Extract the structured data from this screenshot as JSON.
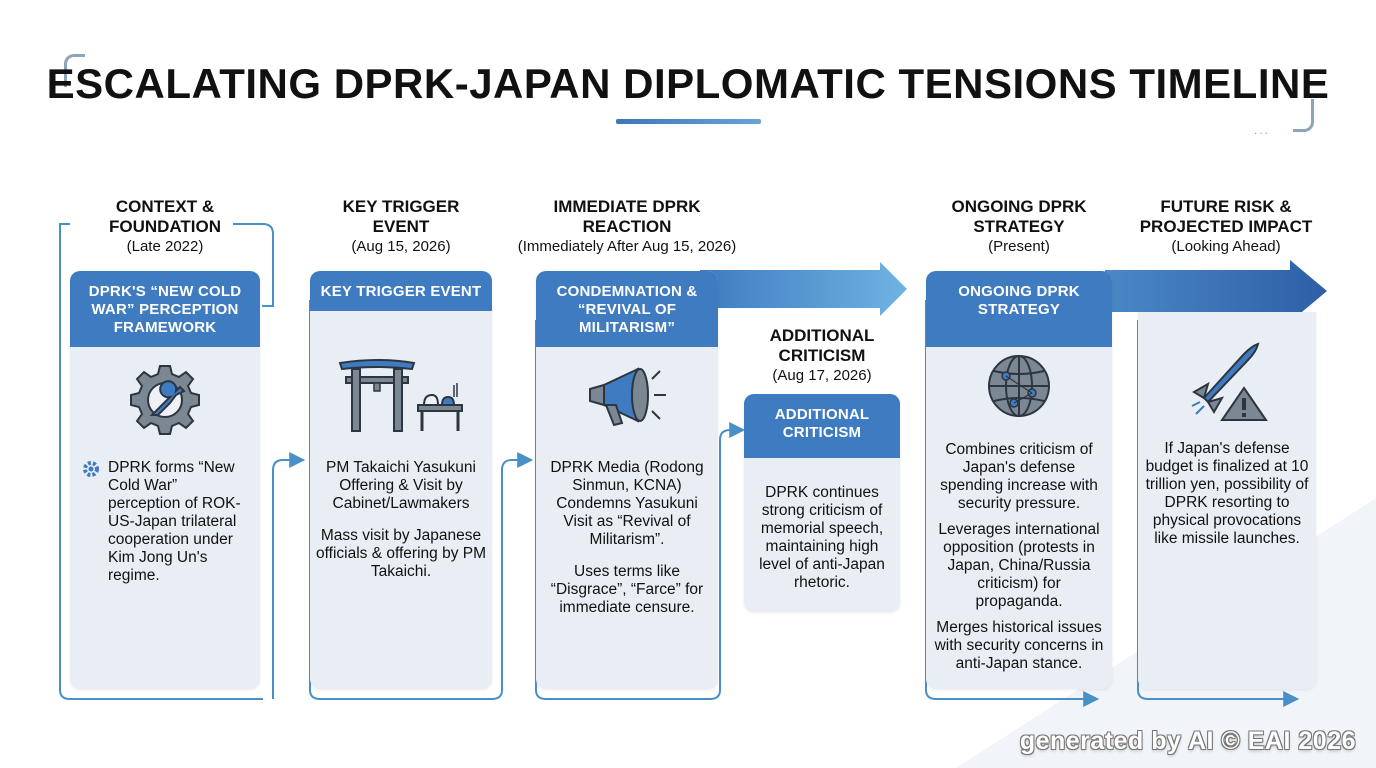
{
  "title": "ESCALATING DPRK-JAPAN DIPLOMATIC TENSIONS TIMELINE",
  "colors": {
    "accent": "#3f7bc0",
    "card_bg": "#e9eef4",
    "connector": "#4a90c8",
    "arrow_light": "#6fb0e0",
    "arrow_dark": "#2f63a8"
  },
  "steps": [
    {
      "heading": [
        "CONTEXT &",
        "FOUNDATION"
      ],
      "period": "(Late 2022)",
      "card_title": "DPRK'S “NEW COLD WAR” PERCEPTION FRAMEWORK",
      "icon": "gear-wrench-icon",
      "bullet_icon": "gear-bullet-icon",
      "text": [
        "DPRK forms “New Cold War” perception of ROK-US-Japan trilateral cooperation under Kim Jong Un's regime."
      ]
    },
    {
      "heading": [
        "KEY TRIGGER",
        "EVENT"
      ],
      "period": "(Aug 15, 2026)",
      "card_title": "KEY TRIGGER EVENT",
      "icon": "torii-shrine-icon",
      "text": [
        "PM Takaichi Yasukuni Offering & Visit by Cabinet/Lawmakers",
        "Mass visit by Japanese officials & offering by PM Takaichi."
      ]
    },
    {
      "heading": [
        "IMMEDIATE DPRK",
        "REACTION"
      ],
      "period": "(Immediately After Aug 15, 2026)",
      "card_title": "CONDEMNATION & “REVIVAL OF MILITARISM”",
      "icon": "megaphone-icon",
      "text": [
        "DPRK Media (Rodong Sinmun, KCNA) Condemns Yasukuni Visit as “Revival of Militarism”.",
        "Uses terms like “Disgrace”, “Farce” for immediate censure."
      ]
    },
    {
      "heading": [
        "ADDITIONAL",
        "CRITICISM"
      ],
      "period": "(Aug 17, 2026)",
      "card_title": "ADDITIONAL CRITICISM",
      "text": [
        "DPRK continues strong criticism of memorial speech, maintaining high level of anti-Japan rhetoric."
      ]
    },
    {
      "heading": [
        "ONGOING DPRK",
        "STRATEGY"
      ],
      "period": "(Present)",
      "card_title": "ONGOING DPRK STRATEGY",
      "icon": "globe-network-icon",
      "text": [
        "Combines criticism of Japan's defense spending increase with security pressure.",
        "Leverages international opposition (protests in Japan, China/Russia criticism) for propaganda.",
        "Merges historical issues with security concerns in anti-Japan stance."
      ]
    },
    {
      "heading": [
        "FUTURE RISK &",
        "PROJECTED IMPACT"
      ],
      "period": "(Looking Ahead)",
      "icon": "missile-warning-icon",
      "text": [
        "If Japan's defense budget is finalized at 10 trillion yen, possibility of DPRK resorting to physical provocations like missile launches."
      ]
    }
  ],
  "watermark": "generated by AI © EAI 2026"
}
